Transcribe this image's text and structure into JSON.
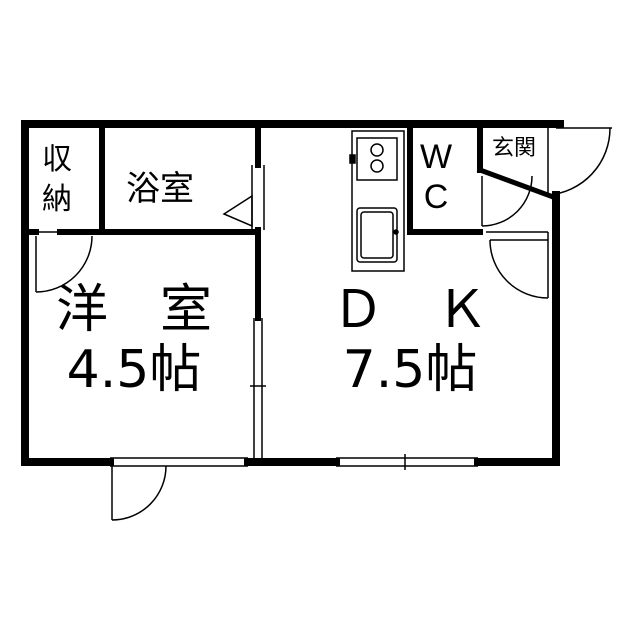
{
  "rooms": {
    "storage": {
      "line1": "収",
      "line2": "納"
    },
    "bathroom": {
      "label": "浴室"
    },
    "wc": {
      "line1": "W",
      "line2": "C"
    },
    "entrance": {
      "label": "玄関"
    },
    "western_room": {
      "name": "洋　室",
      "size": "4.5帖"
    },
    "dining_kitchen": {
      "name": "Ｄ　Ｋ",
      "size": "7.5帖"
    }
  },
  "colors": {
    "wall": "#000000",
    "background": "#ffffff"
  }
}
